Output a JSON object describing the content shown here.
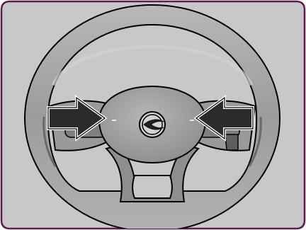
{
  "illustration": {
    "subject": "steering-wheel",
    "arrows": [
      "left",
      "right"
    ],
    "colors": {
      "frame_border": "#5a1f4a",
      "panel_background": "#c8c8c8",
      "wheel_light": "#a9a9a9",
      "wheel_mid": "#8e8e8e",
      "wheel_dark": "#5e5e5e",
      "outline": "#000000",
      "arrow_fill": "#2b2b2b",
      "arrow_outline": "#ffffff"
    }
  }
}
